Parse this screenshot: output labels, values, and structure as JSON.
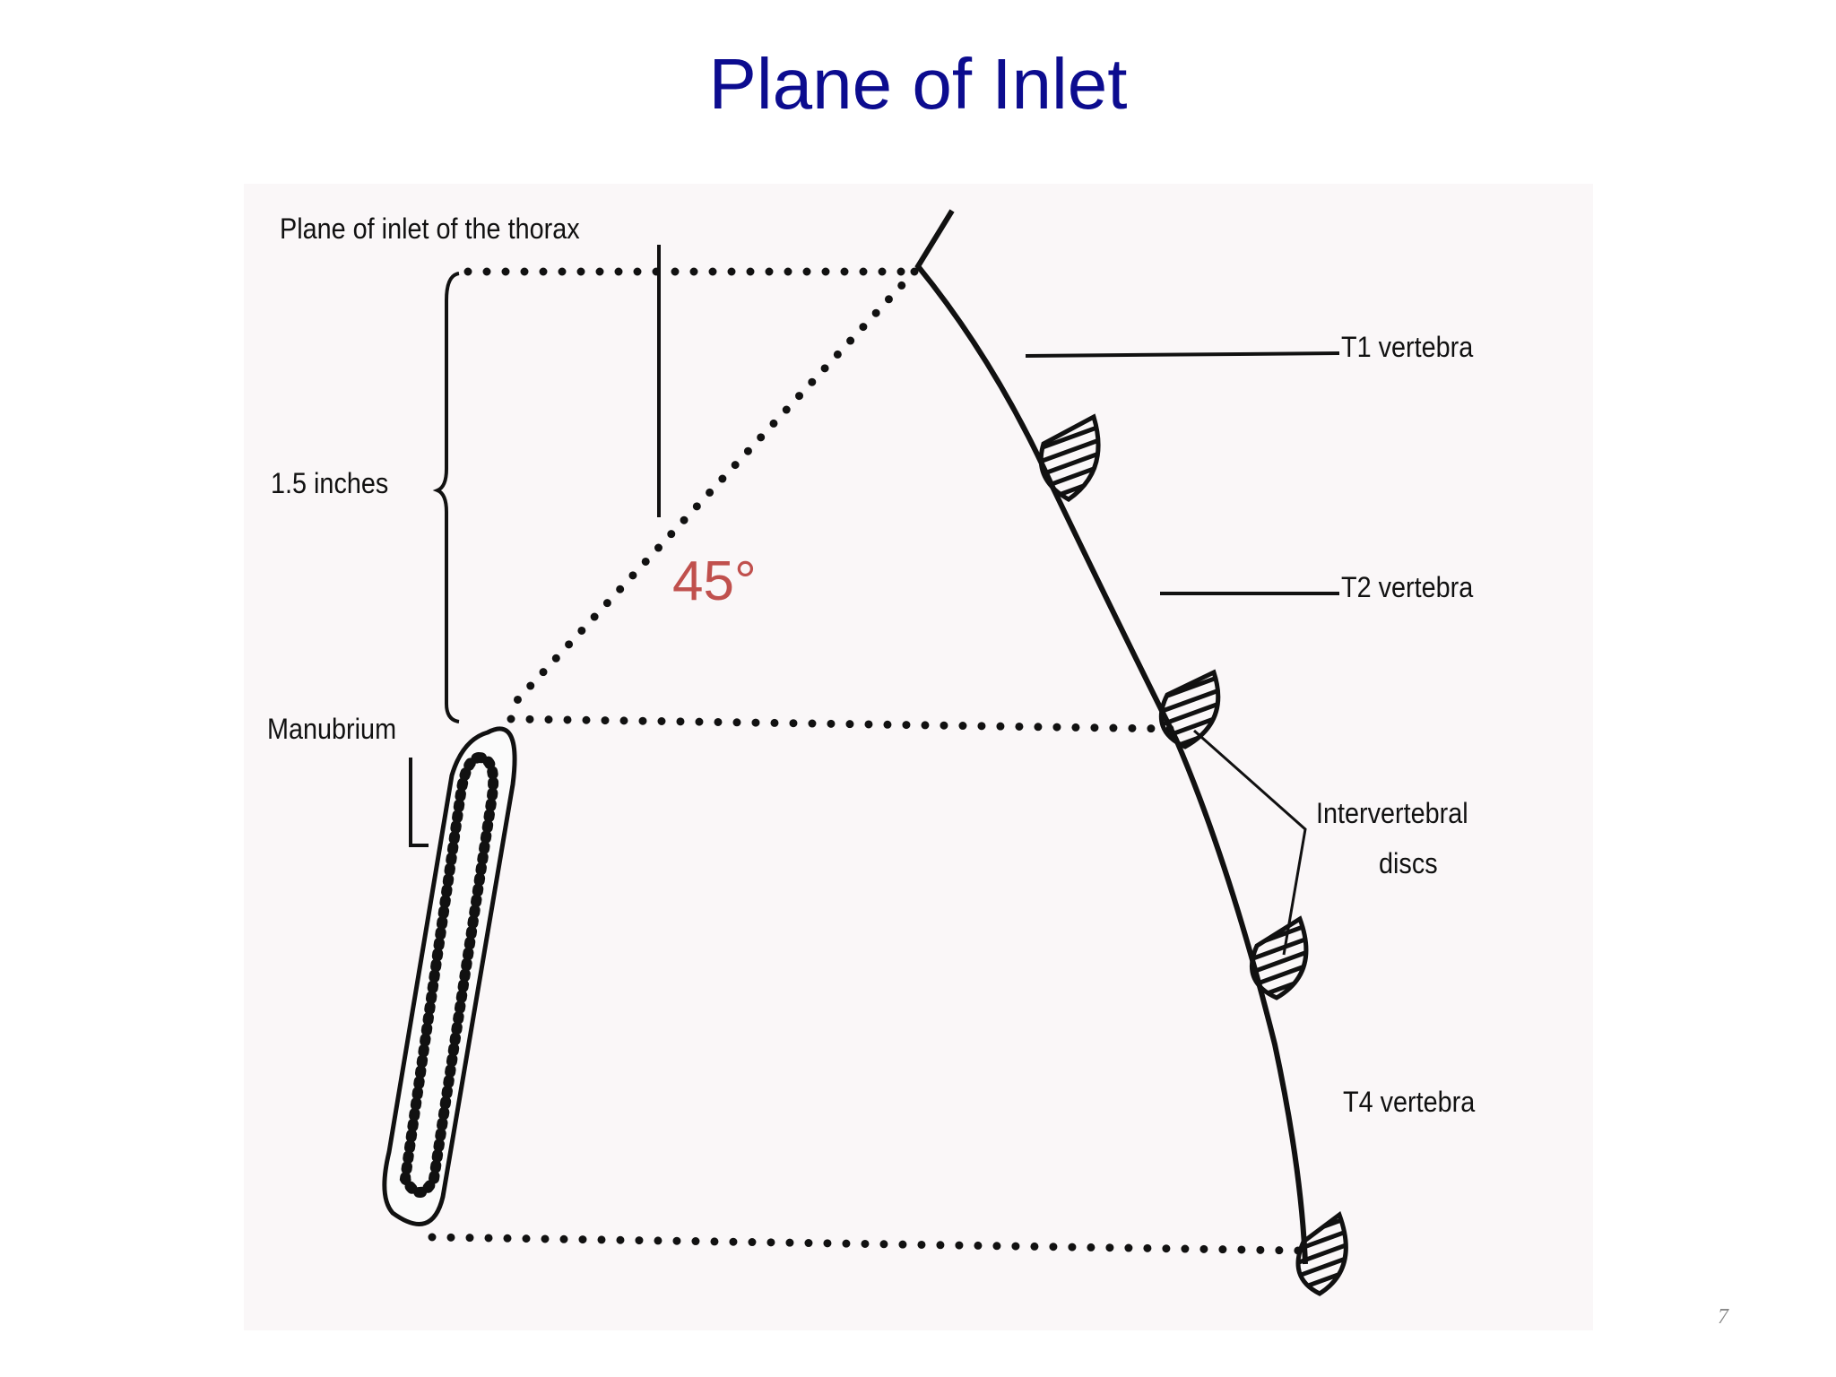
{
  "slide": {
    "title": "Plane of Inlet",
    "page_number": "7"
  },
  "diagram": {
    "labels": {
      "plane_of_inlet": "Plane of inlet of the thorax",
      "inches": "1.5 inches",
      "manubrium": "Manubrium",
      "t1": "T1 vertebra",
      "t2": "T2 vertebra",
      "intervertebral_line1": "Intervertebral",
      "intervertebral_line2": "discs",
      "t4": "T4 vertebra",
      "angle": "45°"
    },
    "colors": {
      "title": "#0c0c8f",
      "angle": "#c0504d",
      "line": "#111111"
    }
  }
}
